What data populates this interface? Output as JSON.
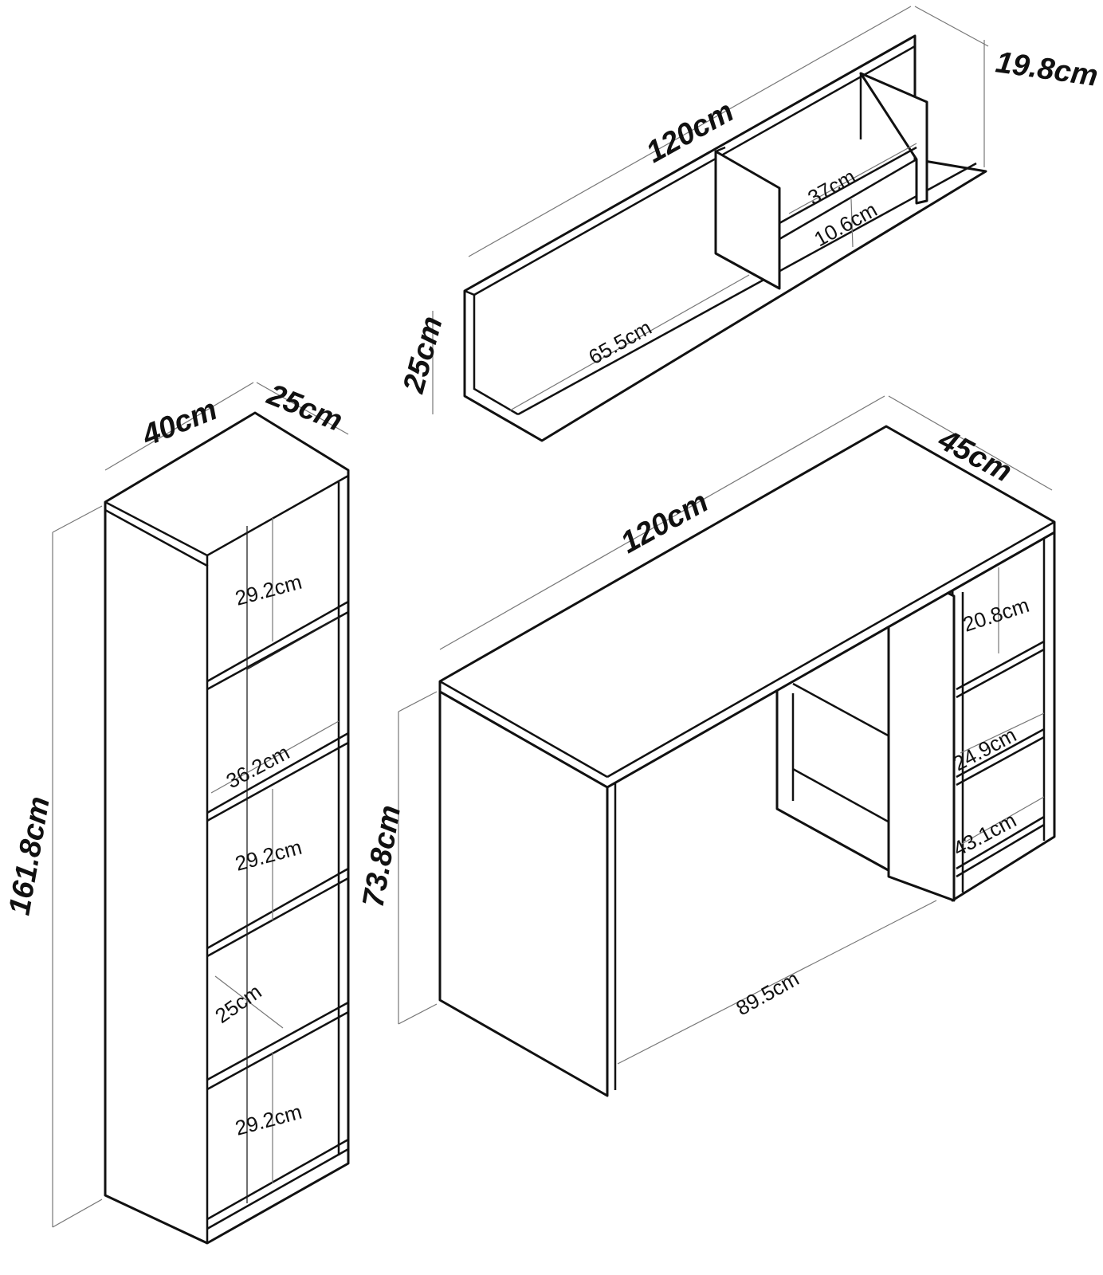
{
  "wall_shelf": {
    "width": "120cm",
    "depth": "19.8cm",
    "height": "25cm",
    "left_compartment_width": "65.5cm",
    "right_compartment_width": "37cm",
    "upper_compartment_height": "10.6cm"
  },
  "bookcase": {
    "width": "40cm",
    "depth": "25cm",
    "height": "161.8cm",
    "compartment_1_height": "29.2cm",
    "compartment_2_width": "36.2cm",
    "compartment_3_height": "29.2cm",
    "shelf_depth": "25cm",
    "compartment_5_height": "29.2cm"
  },
  "desk": {
    "width": "120cm",
    "depth": "45cm",
    "height": "73.8cm",
    "knee_space_width": "89.5cm",
    "shelf_1_height": "20.8cm",
    "shelf_2_width": "24.9cm",
    "shelf_3_width": "43.1cm"
  }
}
